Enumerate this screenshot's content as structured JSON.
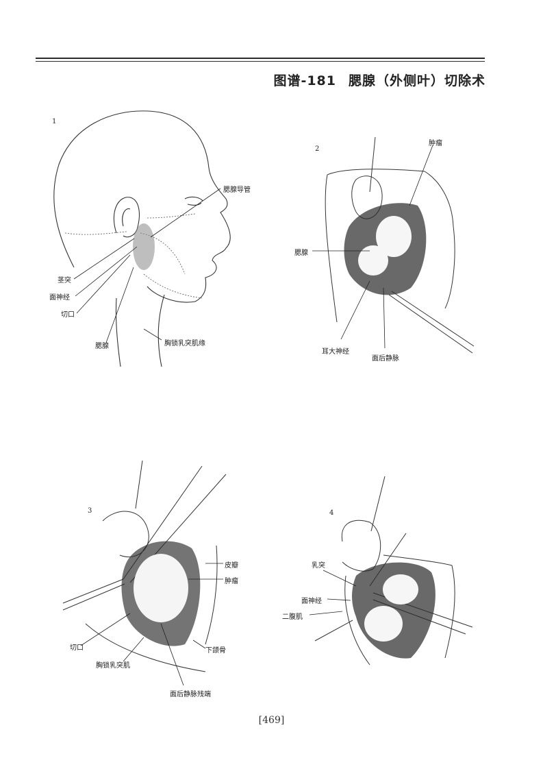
{
  "header": {
    "plate_number": "图谱-181",
    "title": "腮腺（外侧叶）切除术"
  },
  "figures": [
    {
      "number": "1",
      "labels": [
        "腮腺导管",
        "茎突",
        "面神经",
        "切口",
        "腮腺",
        "胸锁乳突肌缘"
      ]
    },
    {
      "number": "2",
      "labels": [
        "肿瘤",
        "腮腺",
        "耳大神经",
        "面后静脉"
      ]
    },
    {
      "number": "3",
      "labels": [
        "皮瓣",
        "肿瘤",
        "切口",
        "下颌骨",
        "胸锁乳突肌",
        "面后静脉残端"
      ]
    },
    {
      "number": "4",
      "labels": [
        "乳突",
        "面神经",
        "二腹肌"
      ]
    }
  ],
  "footer": {
    "page_number": "[469]"
  }
}
